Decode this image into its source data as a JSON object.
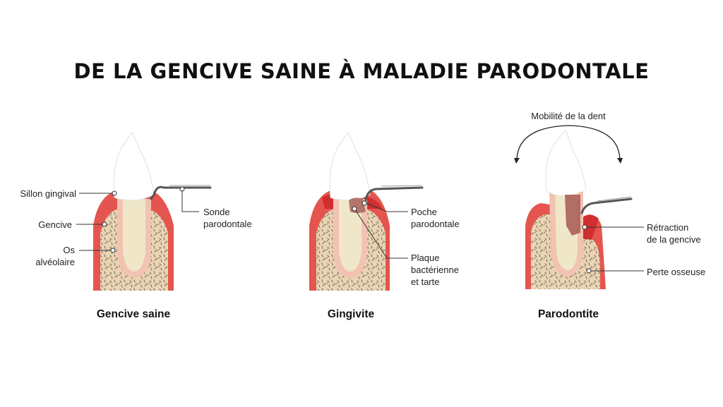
{
  "title": "DE LA GENCIVE SAINE À MALADIE PARODONTALE",
  "colors": {
    "gum": "#e4554f",
    "gum_light": "#f0a89e",
    "bone": "#e9d4b4",
    "enamel": "#ffffff",
    "dentin": "#efe7c8",
    "inflamed": "#cf2f2f",
    "plaque": "#a8605a",
    "probe": "#555555"
  },
  "panels": [
    {
      "caption": "Gencive saine",
      "labels": {
        "sillon": "Sillon gingival",
        "gencive": "Gencive",
        "os_line1": "Os",
        "os_line2": "alvéolaire",
        "sonde_line1": "Sonde",
        "sonde_line2": "parodontale"
      }
    },
    {
      "caption": "Gingivite",
      "labels": {
        "poche_line1": "Poche",
        "poche_line2": "parodontale",
        "plaque_line1": "Plaque",
        "plaque_line2": "bactérienne",
        "plaque_line3": "et tarte"
      }
    },
    {
      "caption": "Parodontite",
      "labels": {
        "mobilite": "Mobilité de la dent",
        "retraction_line1": "Rétraction",
        "retraction_line2": "de la gencive",
        "perte": "Perte osseuse"
      }
    }
  ]
}
